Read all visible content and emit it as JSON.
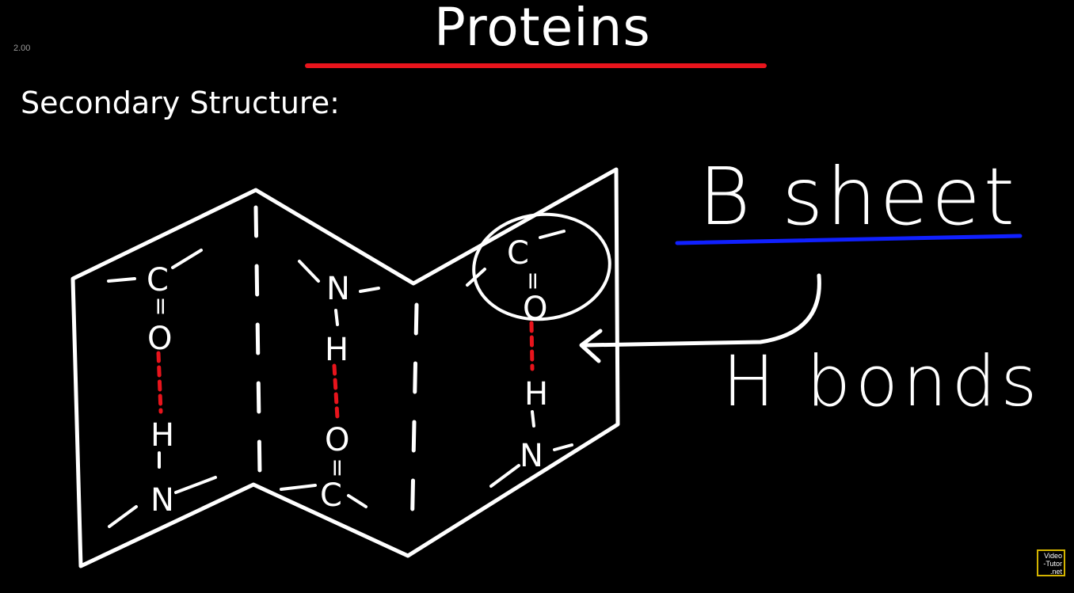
{
  "header": {
    "title": "Proteins",
    "speed": "2.00",
    "subtitle": "Secondary Structure:"
  },
  "labels": {
    "beta_sheet": "B sheet",
    "h_bonds": "H bonds"
  },
  "atoms": {
    "col1": [
      "C",
      "=",
      "O",
      "H",
      "N"
    ],
    "col2": [
      "N",
      "H",
      "O",
      "=",
      "C"
    ],
    "col3": [
      "C",
      "=",
      "O",
      "H",
      "N"
    ]
  },
  "logo": {
    "line1": "Video",
    "line2": "-Tutor",
    "line3": ".net"
  },
  "colors": {
    "background": "#000000",
    "title_underline": "#e8141c",
    "label_underline": "#1020ff",
    "hydrogen_bond": "#e8141c",
    "ink": "#ffffff",
    "logo_border": "#d4b400"
  }
}
